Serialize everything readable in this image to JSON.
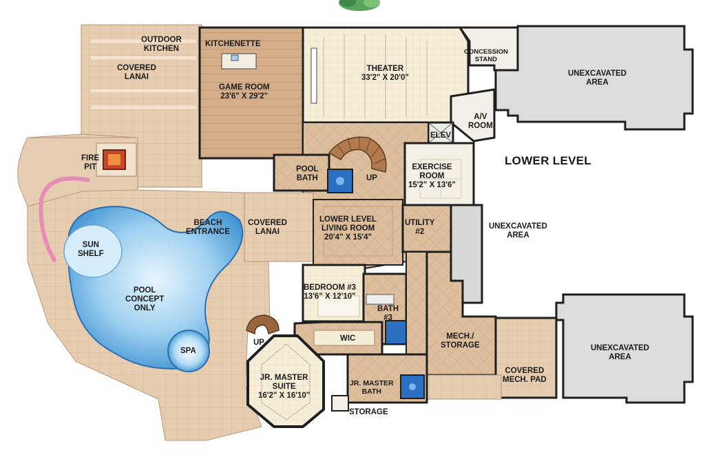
{
  "plan": {
    "level_title": "LOWER LEVEL",
    "rooms": {
      "outdoor_kitchen": "OUTDOOR\nKITCHEN",
      "covered_lanai_top": "COVERED\nLANAI",
      "kitchenette": "KITCHENETTE",
      "game_room": {
        "name": "GAME ROOM",
        "dims": "23'6\" X 29'2\""
      },
      "theater": {
        "name": "THEATER",
        "dims": "33'2\" X 20'0\""
      },
      "concession_stand": "CONCESSION\nSTAND",
      "av_room": "A/V\nROOM",
      "elev": "ELEV",
      "fire_pit": "FIRE\nPIT",
      "pool_bath": "POOL\nBATH",
      "stair_up_main": "UP",
      "exercise_room": {
        "name": "EXERCISE\nROOM",
        "dims": "15'2\" X 13'6\""
      },
      "beach_entrance": "BEACH\nENTRANCE",
      "covered_lanai_mid": "COVERED\nLANAI",
      "living_room": {
        "name": "LOWER LEVEL\nLIVING ROOM",
        "dims": "20'4\" X 15'4\""
      },
      "utility": "UTILITY\n#2",
      "sun_shelf": "SUN\nSHELF",
      "pool": "POOL\nCONCEPT\nONLY",
      "bedroom3": {
        "name": "BEDROOM #3",
        "dims": "13'6\" X 12'10\""
      },
      "bath3": "BATH\n#3",
      "wic": "WIC",
      "mech_storage": "MECH./\nSTORAGE",
      "stair_up_lower": "UP",
      "spa": "SPA",
      "jr_master_suite": {
        "name": "JR. MASTER\nSUITE",
        "dims": "16'2\" X 16'10\""
      },
      "jr_master_bath": "JR. MASTER\nBATH",
      "storage": "STORAGE",
      "covered_mech_pad": "COVERED\nMECH. PAD",
      "unexcavated_top": "UNEXCAVATED\nAREA",
      "unexcavated_mid": "UNEXCAVATED\nAREA",
      "unexcavated_bottom": "UNEXCAVATED\nAREA"
    },
    "colors": {
      "wall": "#1e1e1e",
      "tile": "#e4c9a8",
      "interior_tile": "#d9b896",
      "wood": "#d2ab84",
      "carpet": "#f4ecd5",
      "deck": "#e6cdb1",
      "pool": "#79bce6",
      "unexcavated": "#dcdcdc",
      "firepit": "#c8462a",
      "stair": "#9a6640",
      "shower": "#2a6fc2"
    }
  }
}
